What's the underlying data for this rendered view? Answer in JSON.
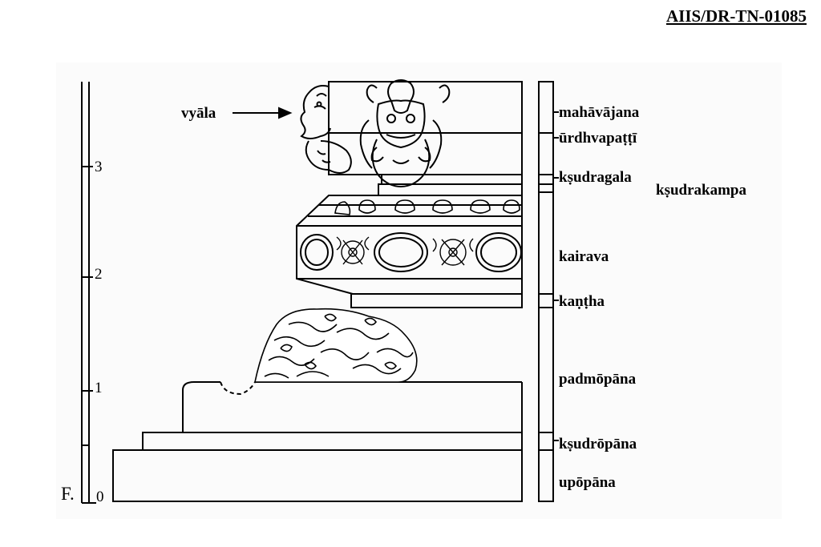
{
  "document_id": "AIIS/DR-TN-01085",
  "floor_label": "F.",
  "scale": {
    "ticks": [
      "0",
      "1",
      "2",
      "3"
    ]
  },
  "figure_label": "vyāla",
  "moulding_labels": [
    "mahāvājana",
    "ūrdhvapaṭṭī",
    "kṣudragala",
    "kṣudrakampa",
    "kairava",
    "kaṇṭha",
    "padmōpāna",
    "kṣudrōpāna",
    "upōpāna"
  ]
}
